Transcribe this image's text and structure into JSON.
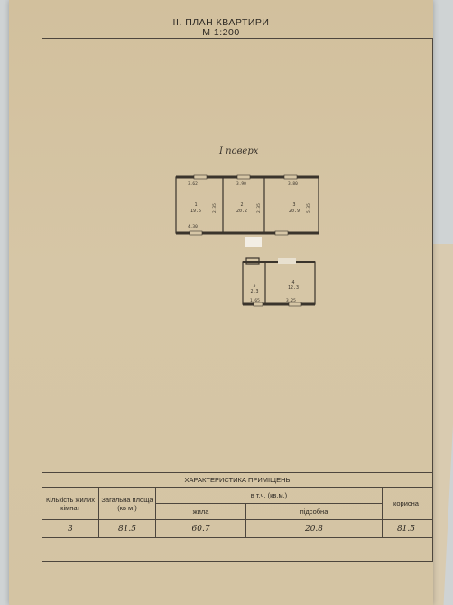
{
  "header": {
    "title": "II. ПЛАН КВАРТИРИ",
    "scale": "М 1:200"
  },
  "plan": {
    "floor_label": "I поверх",
    "dimensions": [
      "3.62",
      "3.90",
      "3.80",
      "2.35",
      "2.35",
      "5.35",
      "4.30",
      "1.65",
      "3.25"
    ],
    "rooms": [
      {
        "number": "1",
        "area": "19.5"
      },
      {
        "number": "2",
        "area": "20.2"
      },
      {
        "number": "3",
        "area": "20.9"
      },
      {
        "number": "4",
        "area": "12.3"
      },
      {
        "number": "5",
        "area": "2.3"
      }
    ]
  },
  "table": {
    "caption": "ХАРАКТЕРИСТИКА ПРИМІЩЕНЬ",
    "col_rooms": "Кількість жилих кімнат",
    "col_total": "Загальна площа (кв м.)",
    "col_incl": "в т.ч. (кв.м.)",
    "col_living": "жила",
    "col_aux": "підсобна",
    "col_useful": "корисна",
    "values": {
      "rooms": "3",
      "total": "81.5",
      "living": "60.7",
      "aux": "20.8",
      "useful": "81.5"
    }
  }
}
